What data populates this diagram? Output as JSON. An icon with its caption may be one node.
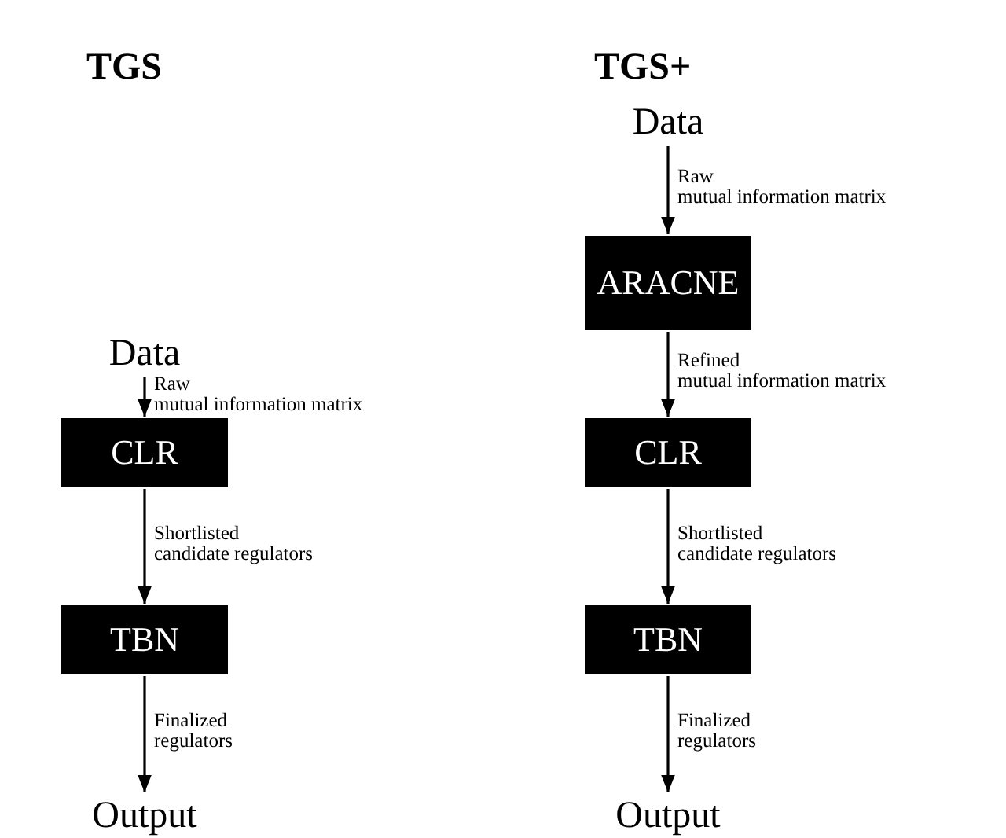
{
  "diagram": {
    "nodes": [
      {
        "text": [
          "Data"
        ]
      },
      {
        "text": [
          "CLR"
        ]
      },
      {
        "text": [
          "TBN"
        ]
      },
      {
        "text": [
          "Output"
        ]
      },
      {
        "text": [
          "Data"
        ]
      },
      {
        "text": [
          "ARACNE"
        ]
      },
      {
        "text": [
          "CLR"
        ]
      },
      {
        "text": [
          "TBN"
        ]
      },
      {
        "text": [
          "Output"
        ]
      }
    ],
    "edges": [
      {
        "from": 0,
        "to": 1,
        "arrow": "to",
        "label": "Raw mutual information matrix"
      },
      {
        "from": 1,
        "to": 2,
        "arrow": "to",
        "label": "Shortlisted candidate regulators"
      },
      {
        "from": 2,
        "to": 3,
        "arrow": "to",
        "label": "Finalized regulators"
      },
      {
        "from": 4,
        "to": 5,
        "arrow": "to",
        "label": "Raw mutual information matrix"
      },
      {
        "from": 5,
        "to": 6,
        "arrow": "to",
        "label": "Refined mutual information matrix"
      },
      {
        "from": 6,
        "to": 7,
        "arrow": "to",
        "label": "Shortlisted candidate regulators"
      },
      {
        "from": 7,
        "to": 8,
        "arrow": "to",
        "label": "Finalized regulators"
      }
    ],
    "labels": [
      "TGS",
      "TGS+"
    ]
  }
}
